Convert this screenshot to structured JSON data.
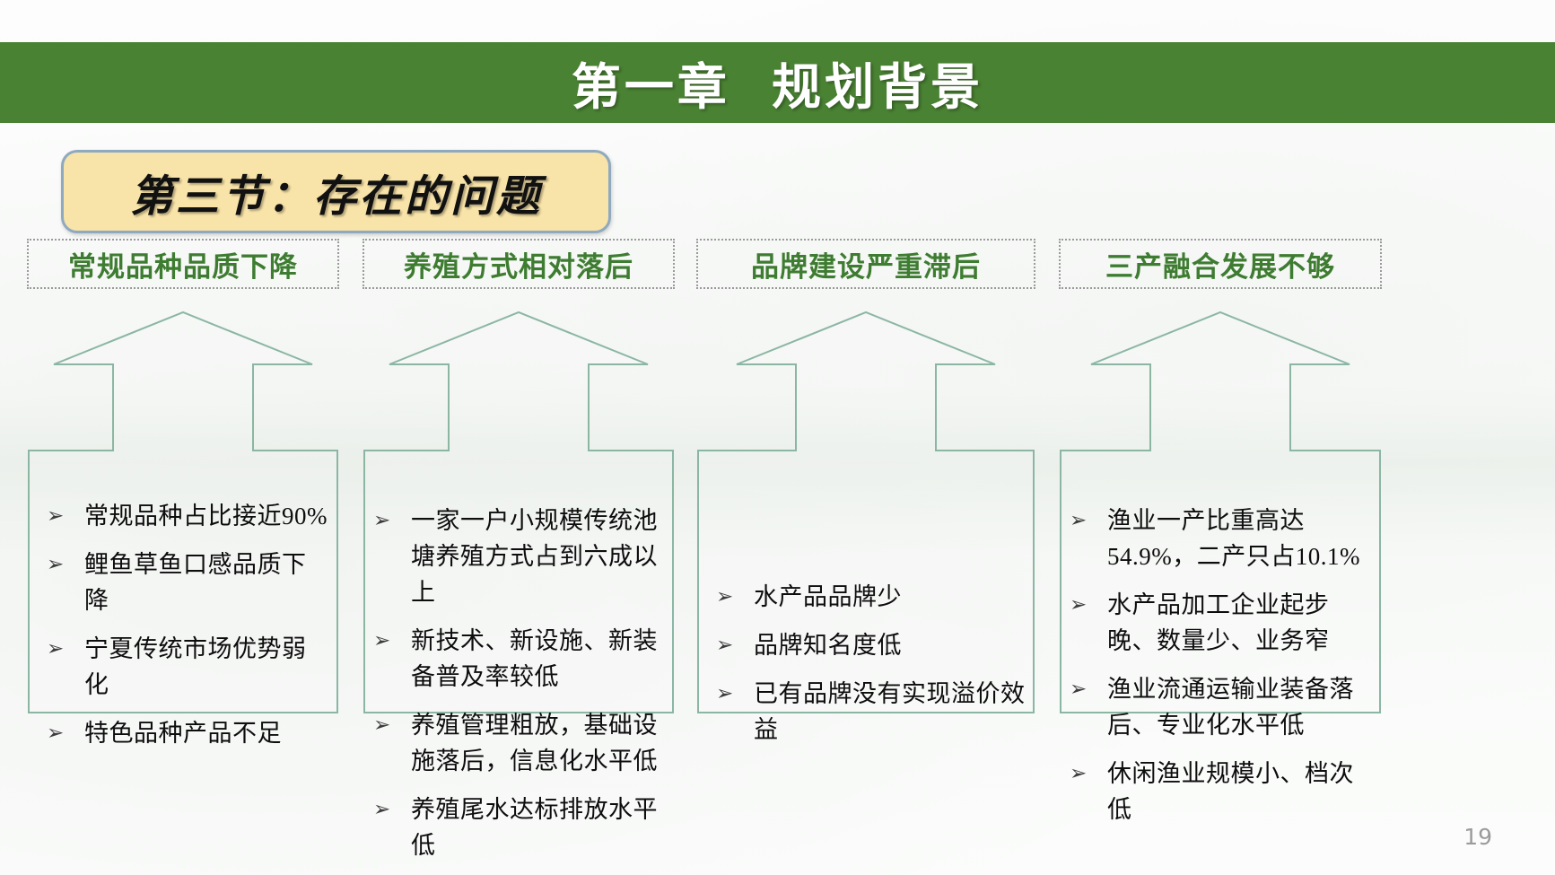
{
  "slide": {
    "chapter_title": "第一章  规划背景",
    "section_badge": "第三节：存在的问题",
    "page_number": "19",
    "colors": {
      "header_band": "#4a8233",
      "badge_fill": "#f8e3a8",
      "badge_border": "#8ea9c0",
      "column_title": "#3e7c31",
      "outline": "#8bb6a4",
      "page_number": "#9b9b9b"
    }
  },
  "columns": [
    {
      "title": "常规品种品质下降",
      "bullet_glyph": "➢",
      "items": [
        "常规品种占比接近90%",
        "鲤鱼草鱼口感品质下降",
        "宁夏传统市场优势弱化",
        "特色品种产品不足"
      ]
    },
    {
      "title": "养殖方式相对落后",
      "bullet_glyph": "➢",
      "items": [
        "一家一户小规模传统池塘养殖方式占到六成以上",
        "新技术、新设施、新装备普及率较低",
        "养殖管理粗放，基础设施落后，信息化水平低",
        "养殖尾水达标排放水平低"
      ]
    },
    {
      "title": "品牌建设严重滞后",
      "bullet_glyph": "➢",
      "items": [
        "水产品品牌少",
        "品牌知名度低",
        "已有品牌没有实现溢价效益"
      ]
    },
    {
      "title": "三产融合发展不够",
      "bullet_glyph": "➢",
      "items": [
        "渔业一产比重高达54.9%，二产只占10.1%",
        "水产品加工企业起步晚、数量少、业务窄",
        "渔业流通运输业装备落后、专业化水平低",
        "休闲渔业规模小、档次低"
      ]
    }
  ]
}
